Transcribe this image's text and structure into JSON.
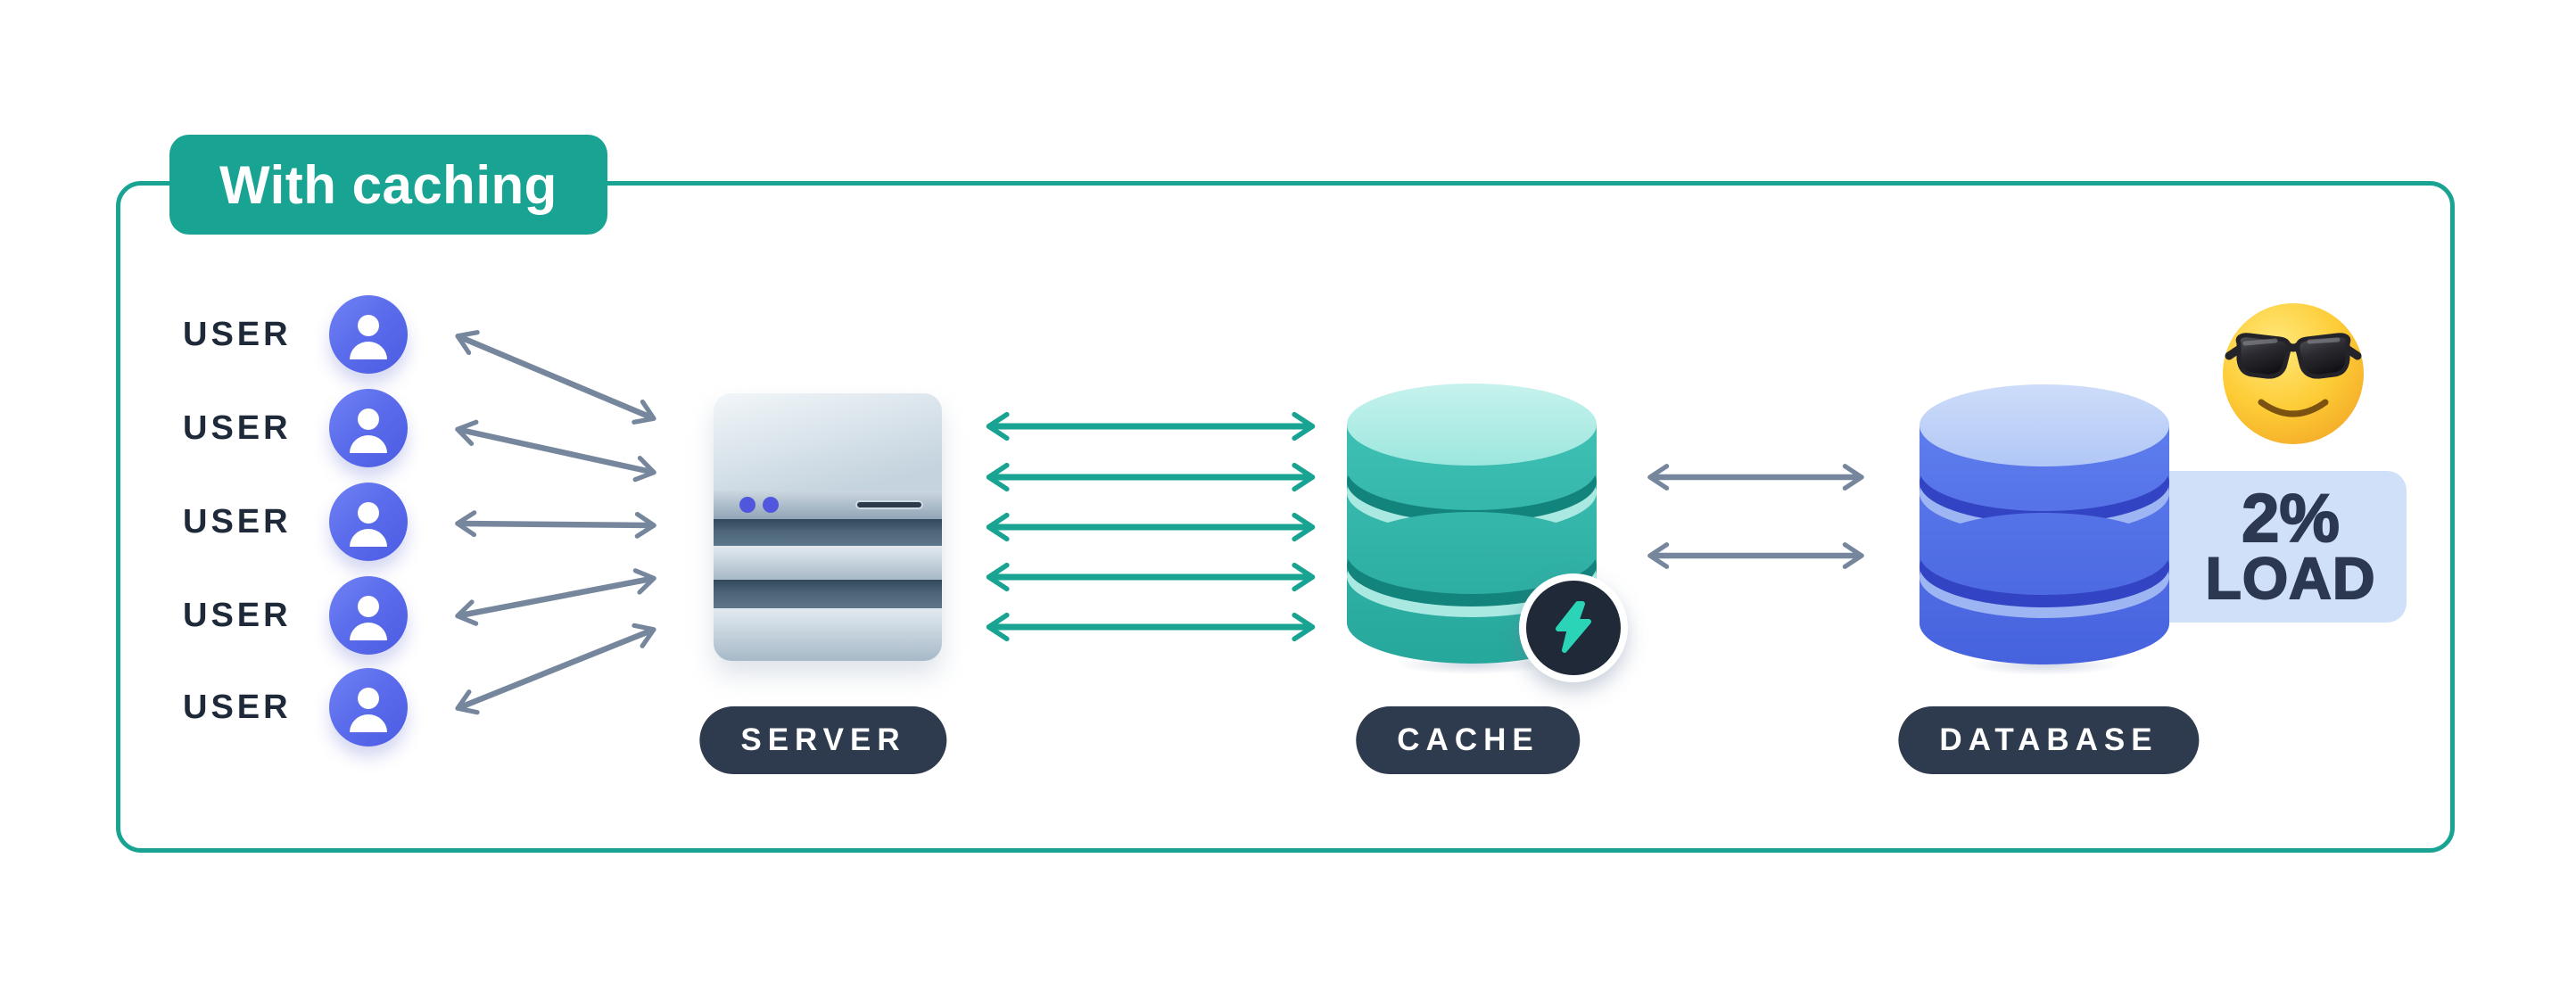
{
  "title": {
    "label": "With caching"
  },
  "users": {
    "label": "USER",
    "items": [
      "USER",
      "USER",
      "USER",
      "USER",
      "USER"
    ]
  },
  "nodes": {
    "server_label": "SERVER",
    "cache_label": "CACHE",
    "database_label": "DATABASE"
  },
  "load_badge": {
    "value": "2%",
    "label": "LOAD"
  },
  "emoji": {
    "name": "smiling-face-with-sunglasses"
  },
  "connections": [
    {
      "from": "users",
      "to": "server",
      "count": 5,
      "style": "gray-double-arrow"
    },
    {
      "from": "server",
      "to": "cache",
      "count": 5,
      "style": "teal-double-arrow"
    },
    {
      "from": "cache",
      "to": "database",
      "count": 2,
      "style": "gray-double-arrow"
    }
  ],
  "colors": {
    "accent": "#18A392",
    "navy": "#2E3A4D",
    "text-dark": "#1E2A3A",
    "arrow-gray": "#76879D",
    "user-blue": "#5B6CEC",
    "cache-teal": "#31B3A8",
    "db-blue": "#5374E8",
    "panel-blue": "#CFE0F8"
  }
}
